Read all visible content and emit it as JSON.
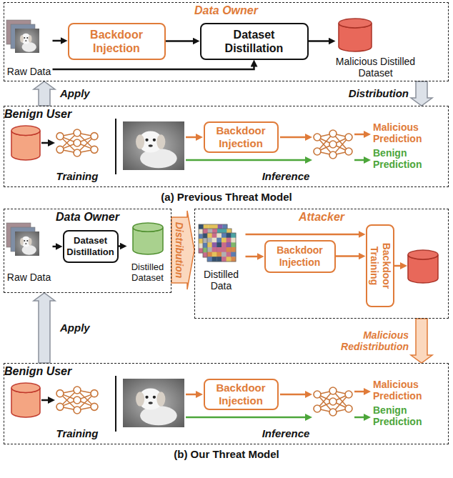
{
  "diagram": {
    "nodes": [
      {
        "text": [
          "Data Owner"
        ]
      },
      {
        "text": [
          "Raw Data"
        ],
        "in": 0
      },
      {
        "text": [
          "Backdoor Injection"
        ],
        "in": 0
      },
      {
        "text": [
          "Dataset Distillation"
        ],
        "in": 0
      },
      {
        "text": [
          "Malicious Distilled Dataset"
        ],
        "in": 0
      },
      {
        "text": [
          "Benign User"
        ]
      },
      {
        "text": [
          "Backdoor Injection"
        ],
        "in": 5
      },
      {
        "text": [
          "Data Owner"
        ]
      },
      {
        "text": [
          "Raw Data"
        ],
        "in": 7
      },
      {
        "text": [
          "Dataset Distillation"
        ],
        "in": 7
      },
      {
        "text": [
          "Distilled Dataset"
        ],
        "in": 7
      },
      {
        "text": [
          "Attacker"
        ]
      },
      {
        "text": [
          "Distilled Data"
        ],
        "in": 11
      },
      {
        "text": [
          "Backdoor Injection"
        ],
        "in": 11
      },
      {
        "text": [
          "Backdoor Training"
        ],
        "in": 11
      },
      {
        "text": [
          "Benign User"
        ]
      },
      {
        "text": [
          "Backdoor Injection"
        ],
        "in": 15
      }
    ],
    "edges": [
      {
        "from": 1,
        "to": 2,
        "arrow": "to"
      },
      {
        "from": 2,
        "to": 3,
        "arrow": "to"
      },
      {
        "from": 1,
        "to": 3,
        "arrow": "to"
      },
      {
        "from": 3,
        "to": 4,
        "arrow": "to"
      },
      {
        "from": 5,
        "to": 0,
        "label": "Apply",
        "arrow": "to"
      },
      {
        "from": 0,
        "to": 5,
        "label": "Distribution",
        "arrow": "to"
      },
      {
        "from": 8,
        "to": 9,
        "arrow": "to"
      },
      {
        "from": 9,
        "to": 10,
        "arrow": "to"
      },
      {
        "from": 7,
        "to": 11,
        "label": "Distribution",
        "arrow": "to"
      },
      {
        "from": 12,
        "to": 14,
        "arrow": "to"
      },
      {
        "from": 12,
        "to": 13,
        "arrow": "to"
      },
      {
        "from": 13,
        "to": 14,
        "arrow": "to"
      },
      {
        "from": 15,
        "to": 7,
        "label": "Apply",
        "arrow": "to"
      },
      {
        "from": 11,
        "to": 15,
        "label": "Malicious Redistribution",
        "arrow": "to"
      }
    ],
    "labels": [
      "Training",
      "Inference",
      "Malicious Prediction",
      "Benign Prediction",
      "(a) Previous Threat Model",
      "Training",
      "Inference",
      "Malicious Prediction",
      "Benign Prediction",
      "(b) Our Threat Model"
    ]
  }
}
